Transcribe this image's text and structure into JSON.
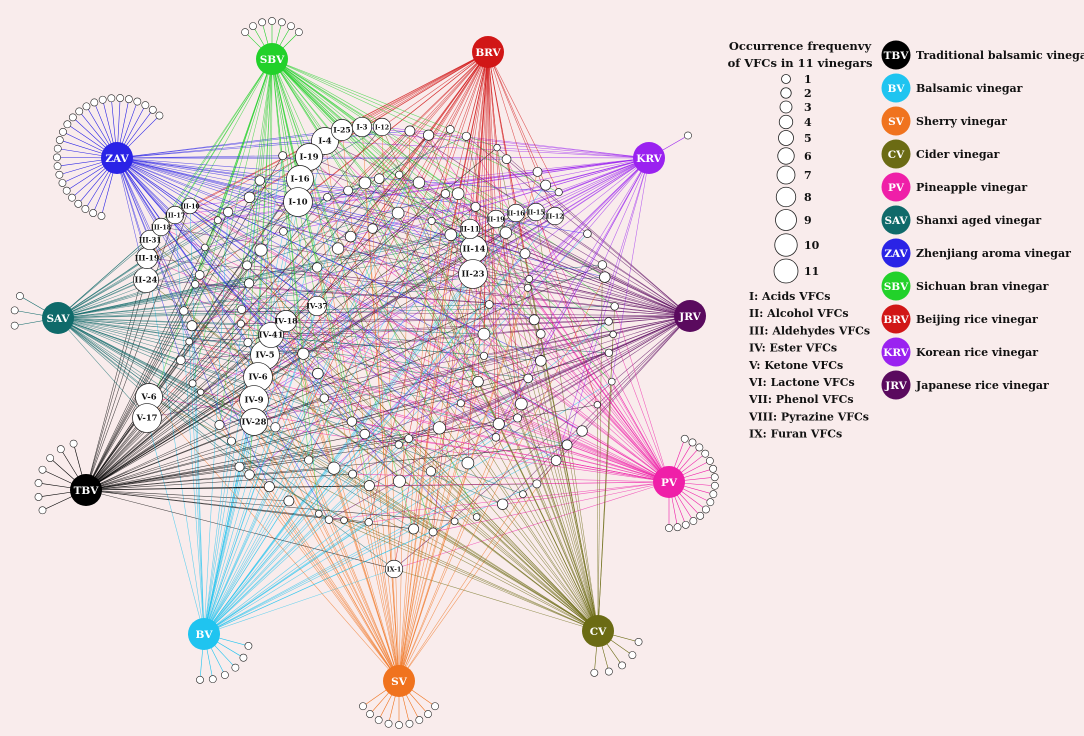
{
  "colors": {
    "background": "#f9ecec",
    "TBV": "#000000",
    "BV": "#1fc4f0",
    "SV": "#f0731e",
    "CV": "#6b6b14",
    "PV": "#ef1fa8",
    "SAV": "#0f6a6a",
    "ZAV": "#2a23e6",
    "SBV": "#22d12a",
    "BRV": "#d11616",
    "KRV": "#9a22f0",
    "JRV": "#5a0a5e"
  },
  "hubs": [
    {
      "code": "TBV",
      "name": "Traditional balsamic vinegar"
    },
    {
      "code": "BV",
      "name": "Balsamic vinegar"
    },
    {
      "code": "SV",
      "name": "Sherry vinegar"
    },
    {
      "code": "CV",
      "name": "Cider vinegar"
    },
    {
      "code": "PV",
      "name": "Pineapple vinegar"
    },
    {
      "code": "SAV",
      "name": "Shanxi aged vinegar"
    },
    {
      "code": "ZAV",
      "name": "Zhenjiang aroma vinegar"
    },
    {
      "code": "SBV",
      "name": "Sichuan bran vinegar"
    },
    {
      "code": "BRV",
      "name": "Beijing rice vinegar"
    },
    {
      "code": "KRV",
      "name": "Korean rice vinegar"
    },
    {
      "code": "JRV",
      "name": "Japanese rice vinegar"
    }
  ],
  "size_legend": {
    "title_line1": "Occurrence frequenvy",
    "title_line2": "of VFCs in 11 vinegars",
    "levels": [
      "1",
      "2",
      "3",
      "4",
      "5",
      "6",
      "7",
      "8",
      "9",
      "10",
      "11"
    ]
  },
  "class_legend": [
    "I: Acids VFCs",
    "II: Alcohol VFCs",
    "III: Aldehydes VFCs",
    "IV: Ester VFCs",
    "V: Ketone VFCs",
    "VI: Lactone VFCs",
    "VII: Phenol VFCs",
    "VIII: Pyrazine VFCs",
    "IX: Furan VFCs"
  ],
  "labeled_nodes": [
    {
      "label": "I-4",
      "freq": 10
    },
    {
      "label": "I-25",
      "freq": 7
    },
    {
      "label": "I-3",
      "freq": 6
    },
    {
      "label": "I-12",
      "freq": 5
    },
    {
      "label": "I-19",
      "freq": 10
    },
    {
      "label": "I-16",
      "freq": 10
    },
    {
      "label": "I-10",
      "freq": 11
    },
    {
      "label": "II-14",
      "freq": 10
    },
    {
      "label": "II-23",
      "freq": 11
    },
    {
      "label": "II-11",
      "freq": 6
    },
    {
      "label": "II-19",
      "freq": 5
    },
    {
      "label": "II-16",
      "freq": 5
    },
    {
      "label": "II-15",
      "freq": 5
    },
    {
      "label": "II-12",
      "freq": 5
    },
    {
      "label": "II-24",
      "freq": 9
    },
    {
      "label": "III-19",
      "freq": 7
    },
    {
      "label": "III-31",
      "freq": 6
    },
    {
      "label": "III-18",
      "freq": 5
    },
    {
      "label": "III-17",
      "freq": 5
    },
    {
      "label": "III-10",
      "freq": 4
    },
    {
      "label": "IV-5",
      "freq": 11
    },
    {
      "label": "IV-6",
      "freq": 11
    },
    {
      "label": "IV-9",
      "freq": 11
    },
    {
      "label": "IV-28",
      "freq": 10
    },
    {
      "label": "IV-41",
      "freq": 9
    },
    {
      "label": "IV-18",
      "freq": 7
    },
    {
      "label": "IV-37",
      "freq": 6
    },
    {
      "label": "V-6",
      "freq": 10
    },
    {
      "label": "V-17",
      "freq": 11
    },
    {
      "label": "IX-1",
      "freq": 5
    }
  ]
}
